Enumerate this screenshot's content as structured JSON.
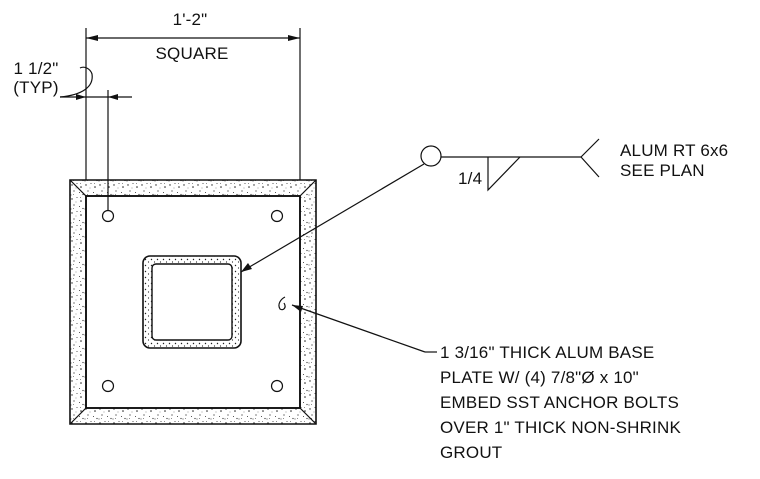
{
  "dimension": {
    "width_text": "1'-2\"",
    "width_sub": "SQUARE",
    "edge_text": "1 1/2\"",
    "edge_sub": "(TYP)"
  },
  "weld": {
    "size": "1/4",
    "member_line1": "ALUM RT 6x6",
    "member_line2": "SEE PLAN"
  },
  "note": {
    "lines": [
      "1 3/16\" THICK ALUM BASE",
      "PLATE W/  (4) 7/8\"Ø x 10\"",
      "EMBED SST ANCHOR BOLTS",
      "OVER 1\" THICK NON-SHRINK",
      "GROUT"
    ]
  }
}
